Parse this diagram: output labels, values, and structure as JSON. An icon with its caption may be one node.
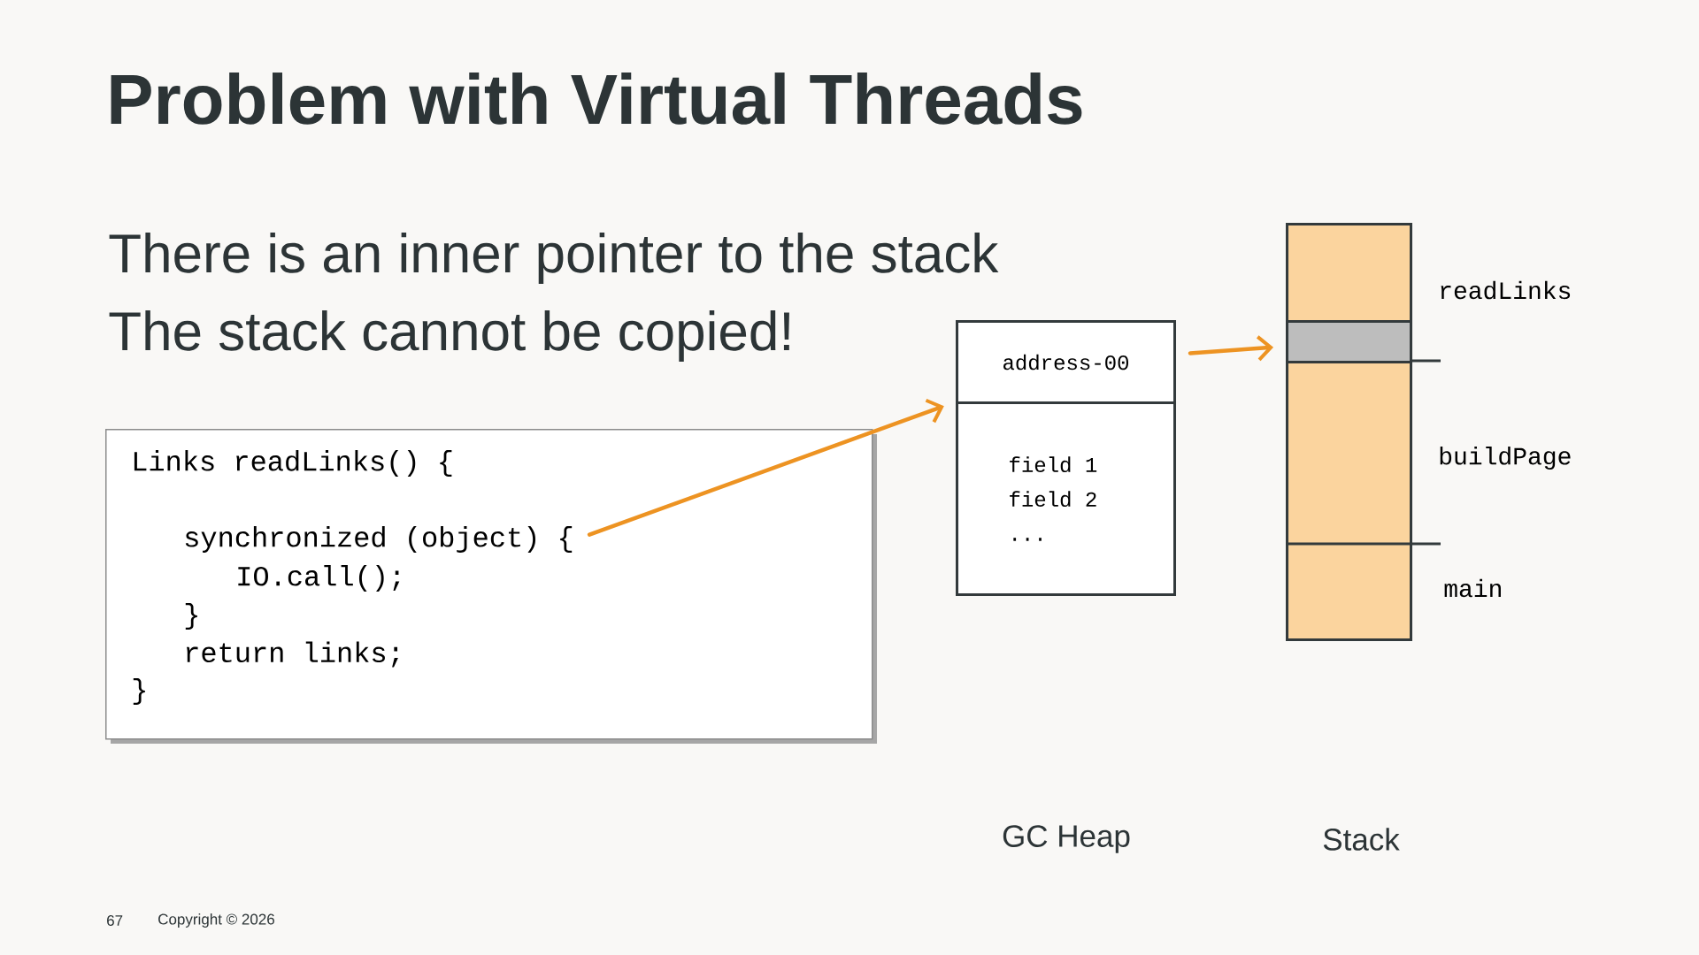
{
  "diagram": {
    "title": "Problem with Virtual Threads",
    "nodes": [
      {
        "text": [
          "Links readLinks() {",
          "IO.call();",
          "}",
          "return links;",
          "}"
        ]
      },
      {
        "text": [
          "synchronized (object) {"
        ],
        "in": 0
      },
      {
        "text": [
          "address-00"
        ]
      },
      {
        "text": [
          "field 1 field 2 ..."
        ]
      },
      {
        "text": [],
        "shape": "box"
      },
      {
        "text": [],
        "shape": "box",
        "in": 4
      }
    ],
    "edges": [
      {
        "from": 1,
        "to": 2,
        "arrow": "to"
      },
      {
        "from": 2,
        "to": 5,
        "arrow": "to"
      }
    ],
    "labels": [
      "There is an inner pointer to the stack",
      "The stack cannot be copied!",
      "readLinks",
      "buildPage",
      "main",
      "GC Heap",
      "Stack",
      "67",
      "Copyright © 2026"
    ]
  }
}
